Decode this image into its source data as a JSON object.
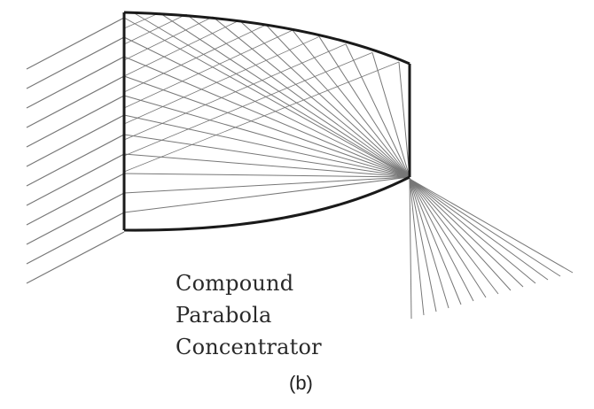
{
  "caption": {
    "line1": "Compound",
    "line2": "Parabola",
    "line3": "Concentrator"
  },
  "panel_label": "(b)",
  "colors": {
    "outline": "#1a1a1a",
    "ray": "#777777",
    "text": "#2a2a2a"
  }
}
